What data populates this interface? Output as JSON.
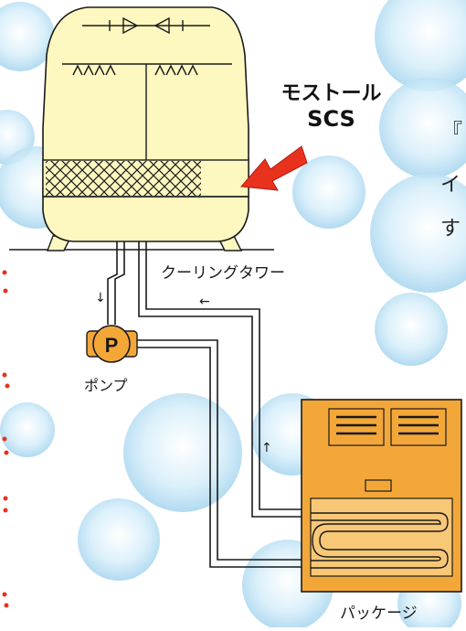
{
  "labels": {
    "product_line1": "モストール",
    "product_line2": "SCS",
    "cooling_tower": "クーリングタワー",
    "pump": "ポンプ",
    "pump_symbol": "P",
    "package": "パッケージ"
  },
  "flow_arrows": {
    "down": "↓",
    "left": "←",
    "up": "↑"
  },
  "side_text": [
    "『",
    "イ",
    "す"
  ],
  "colors": {
    "tower_body": "#fdf8bf",
    "package_body": "#f3a739",
    "pump_body": "#f3a739",
    "callout_arrow": "#e8321e",
    "bubble": "#c7e6f6",
    "outline": "#1a1a1a"
  }
}
